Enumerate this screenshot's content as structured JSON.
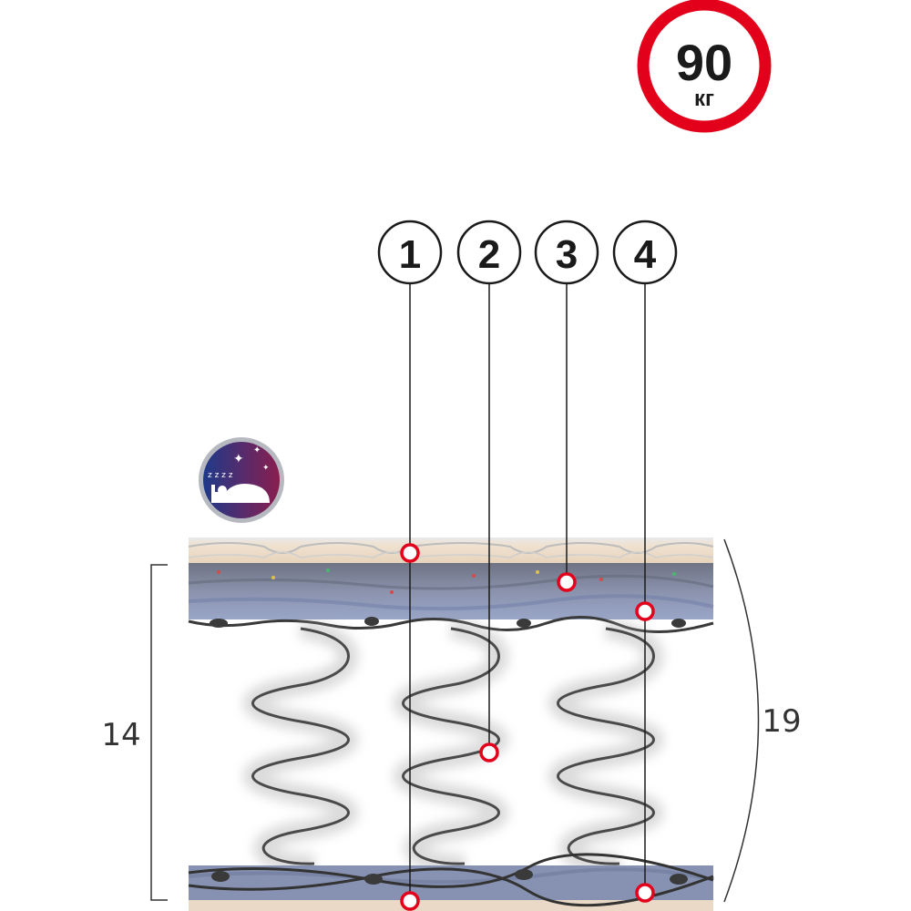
{
  "badge": {
    "value": "90",
    "unit": "кг",
    "ring_color": "#e3001b"
  },
  "callouts": [
    {
      "label": "1"
    },
    {
      "label": "2"
    },
    {
      "label": "3"
    },
    {
      "label": "4"
    }
  ],
  "dimensions": {
    "inner": "14",
    "total": "19"
  },
  "icon": {
    "name": "sleep-comfort-icon",
    "text": "z z z z"
  },
  "colors": {
    "marker": "#e3001b",
    "spring": "#4a4a4a",
    "felt": "#8a94b0",
    "cover": "#eadbc8"
  }
}
